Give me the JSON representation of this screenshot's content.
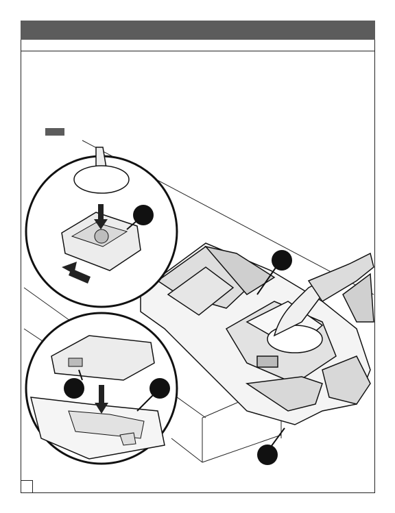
{
  "page": {
    "header_bar_color": "#5c5c5c",
    "callouts": [
      {
        "id": "callout-upper-inset"
      },
      {
        "id": "callout-main-assembly"
      },
      {
        "id": "callout-lower-inset-left"
      },
      {
        "id": "callout-lower-inset-right"
      },
      {
        "id": "callout-bottom"
      }
    ],
    "icons": [
      "arrow-down-icon",
      "arrow-left-icon",
      "arrow-down-icon"
    ]
  }
}
